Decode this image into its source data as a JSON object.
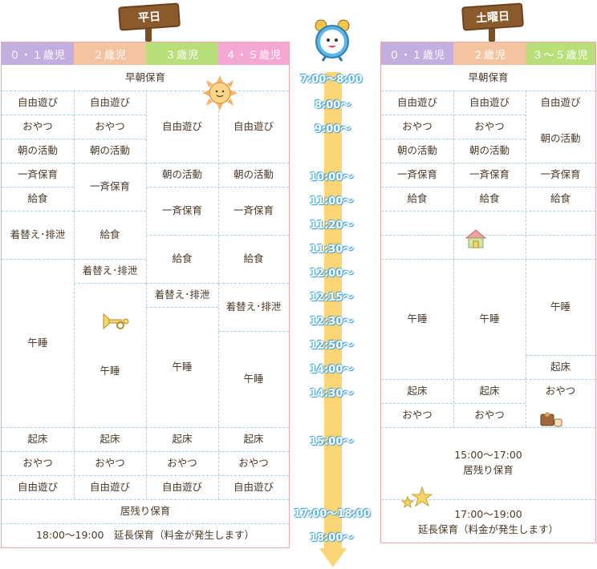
{
  "weekday": {
    "sign": "平日",
    "headers": [
      {
        "label": "０・１歳児",
        "color": "#c3aee0"
      },
      {
        "label": "２歳児",
        "color": "#f4c4a0"
      },
      {
        "label": "３歳児",
        "color": "#b9df7a"
      },
      {
        "label": "４・５歳児",
        "color": "#f3a7d2"
      }
    ],
    "early": "早朝保育",
    "col1": [
      "自由遊び",
      "おやつ",
      "朝の活動",
      "一斉保育",
      "給食",
      "着替え･排泄",
      "午睡",
      "起床",
      "おやつ",
      "自由遊び"
    ],
    "col2": [
      "自由遊び",
      "おやつ",
      "朝の活動",
      "一斉保育",
      "給食",
      "着替え･排泄",
      "午睡",
      "起床",
      "おやつ",
      "自由遊び"
    ],
    "col3": [
      "自由遊び",
      "朝の活動",
      "一斉保育",
      "給食",
      "着替え･排泄",
      "午睡",
      "起床",
      "おやつ",
      "自由遊び"
    ],
    "col4": [
      "自由遊び",
      "朝の活動",
      "一斉保育",
      "給食",
      "着替え･排泄",
      "午睡",
      "起床",
      "おやつ",
      "自由遊び"
    ],
    "remain": "居残り保育",
    "extended": "18:00～19:00　延長保育（料金が発生します）"
  },
  "times": [
    "7:00～8:00",
    "8:00～",
    "9:00～",
    "10:00～",
    "11:00～",
    "11:20～",
    "11:30～",
    "12:00～",
    "12:15～",
    "12:30～",
    "12:50～",
    "14:00～",
    "14:30～",
    "15:00～",
    "17:00～18:00",
    "18:00～"
  ],
  "saturday": {
    "sign": "土曜日",
    "headers": [
      {
        "label": "０・１歳児",
        "color": "#c3aee0"
      },
      {
        "label": "２歳児",
        "color": "#f4c4a0"
      },
      {
        "label": "３～５歳児",
        "color": "#b9df7a"
      }
    ],
    "early": "早朝保育",
    "col1": [
      "自由遊び",
      "おやつ",
      "朝の活動",
      "一斉保育",
      "給食",
      "午睡",
      "起床",
      "おやつ"
    ],
    "col2": [
      "自由遊び",
      "おやつ",
      "朝の活動",
      "一斉保育",
      "給食",
      "午睡",
      "起床",
      "おやつ"
    ],
    "col3": [
      "自由遊び",
      "朝の活動",
      "一斉保育",
      "給食",
      "午睡",
      "起床",
      "おやつ"
    ],
    "remain_time": "15:00～17:00",
    "remain": "居残り保育",
    "ext_time": "17:00～19:00",
    "extended": "延長保育（料金が発生します）"
  },
  "icons": [
    "sun-icon",
    "clock-icon",
    "trumpet-icon",
    "house-icon",
    "bag-icon",
    "star-icon"
  ]
}
